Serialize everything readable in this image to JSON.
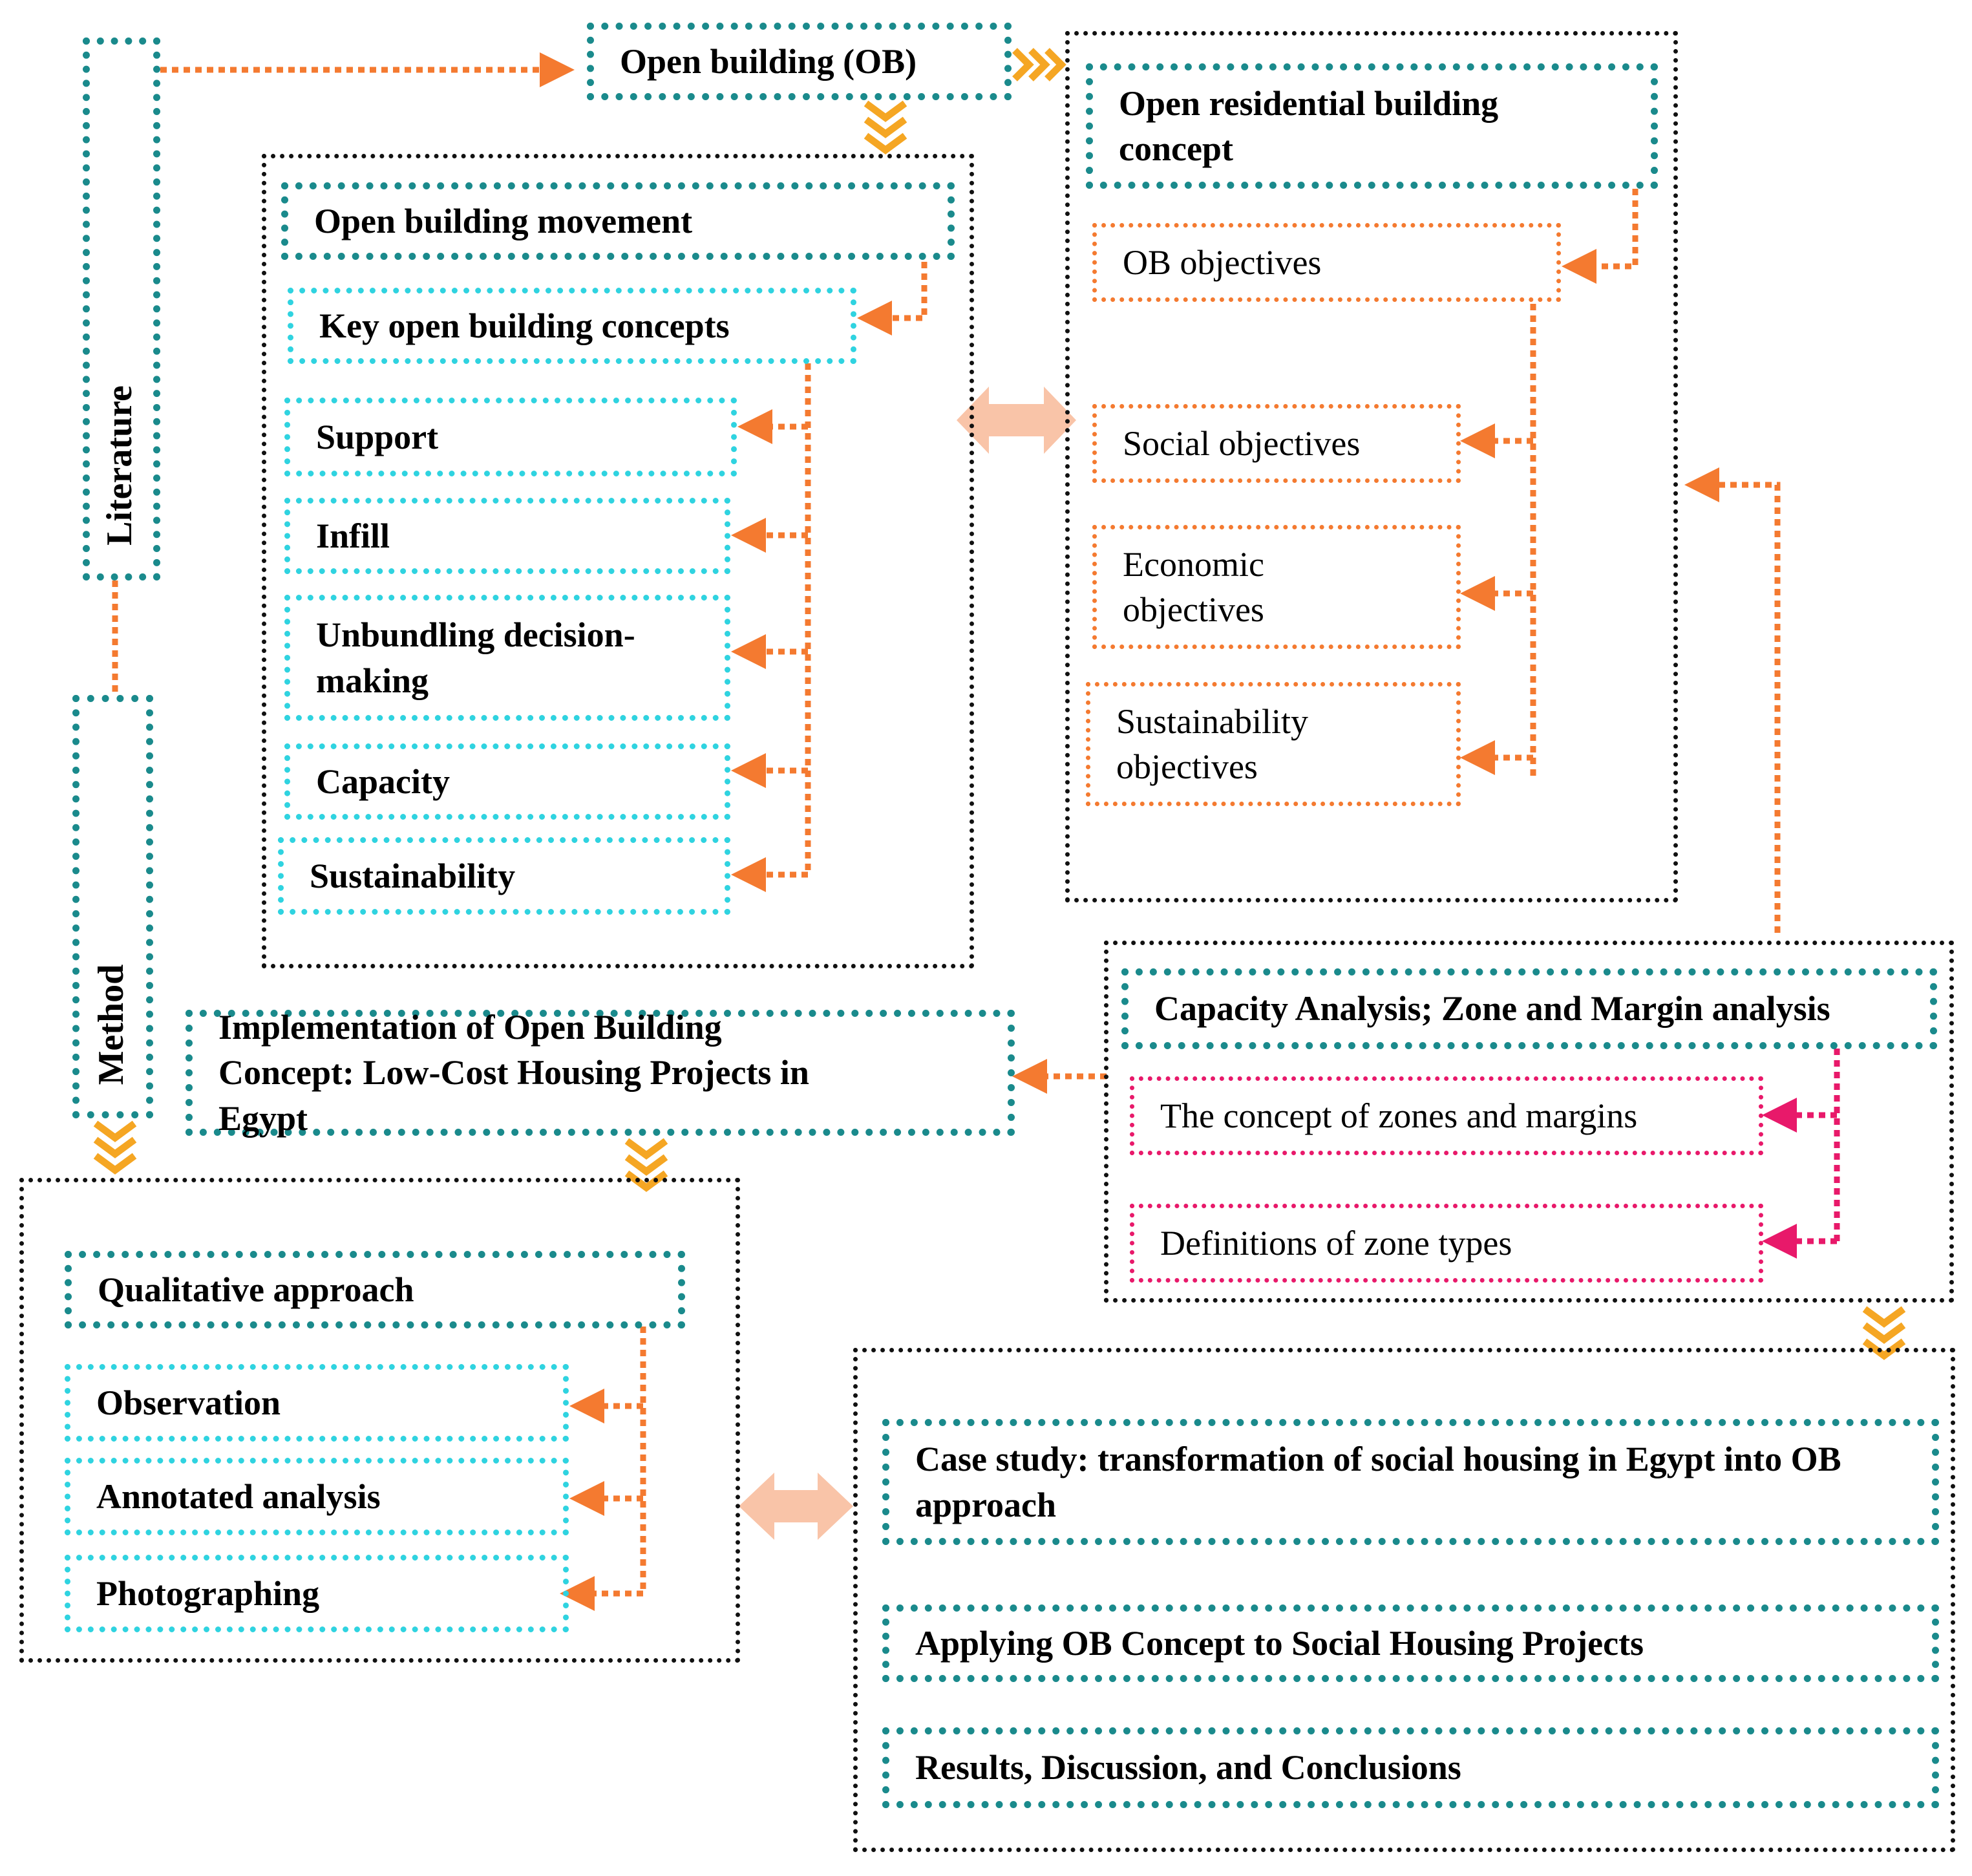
{
  "side_labels": {
    "literature": "Literature",
    "method": "Method"
  },
  "open_building": {
    "title": "Open building (OB)",
    "movement": "Open building movement",
    "key_concepts": "Key open building concepts",
    "concepts": [
      "Support",
      "Infill",
      "Unbundling decision-making",
      "Capacity",
      "Sustainability"
    ]
  },
  "residential": {
    "title": "Open residential building concept",
    "objectives": [
      "OB objectives",
      "Social objectives",
      "Economic objectives",
      "Sustainability objectives"
    ]
  },
  "capacity": {
    "title": "Capacity Analysis; Zone and Margin analysis",
    "items": [
      "The concept of zones and margins",
      "Definitions of zone types"
    ]
  },
  "implementation": {
    "title": "Implementation of Open Building Concept: Low-Cost Housing Projects in Egypt"
  },
  "method": {
    "qualitative": "Qualitative approach",
    "items": [
      "Observation",
      "Annotated analysis",
      "Photographing"
    ]
  },
  "case_study": {
    "items": [
      "Case study: transformation of social housing in Egypt into OB approach",
      "Applying OB Concept to Social Housing Projects",
      "Results, Discussion, and Conclusions"
    ]
  },
  "colors": {
    "teal": "#1a8a8c",
    "cyan": "#2fd3e0",
    "orange": "#f47a30",
    "pink": "#e8196a",
    "peach": "#f9c4a8",
    "chevron": "#f5a623"
  }
}
